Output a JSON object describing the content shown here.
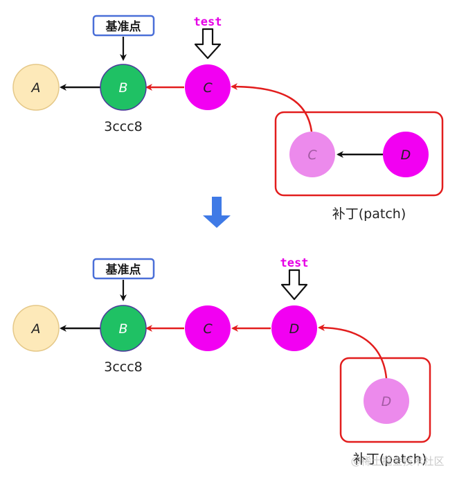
{
  "top": {
    "nodes": {
      "a": "A",
      "b": "B",
      "c": "C",
      "patch_c": "C",
      "patch_d": "D"
    },
    "commit_hash": "3ccc8",
    "base_badge": "基准点",
    "branch_label": "test",
    "patch_label": "补丁(patch)"
  },
  "bottom": {
    "nodes": {
      "a": "A",
      "b": "B",
      "c": "C",
      "d": "D",
      "patch_d": "D"
    },
    "commit_hash": "3ccc8",
    "base_badge": "基准点",
    "branch_label": "test",
    "patch_label": "补丁(patch)"
  },
  "watermark": "@稀土掘金技术社区",
  "colors": {
    "node_a": "#fde9b9",
    "node_b": "#1fc164",
    "node_magenta": "#f200f2",
    "node_patch_ghost": "#ec8aec",
    "red_arrow": "#e21d1d",
    "patch_box": "#e21d1d",
    "badge_border": "#4a6fd8",
    "down_arrow": "#3f7ae6"
  }
}
